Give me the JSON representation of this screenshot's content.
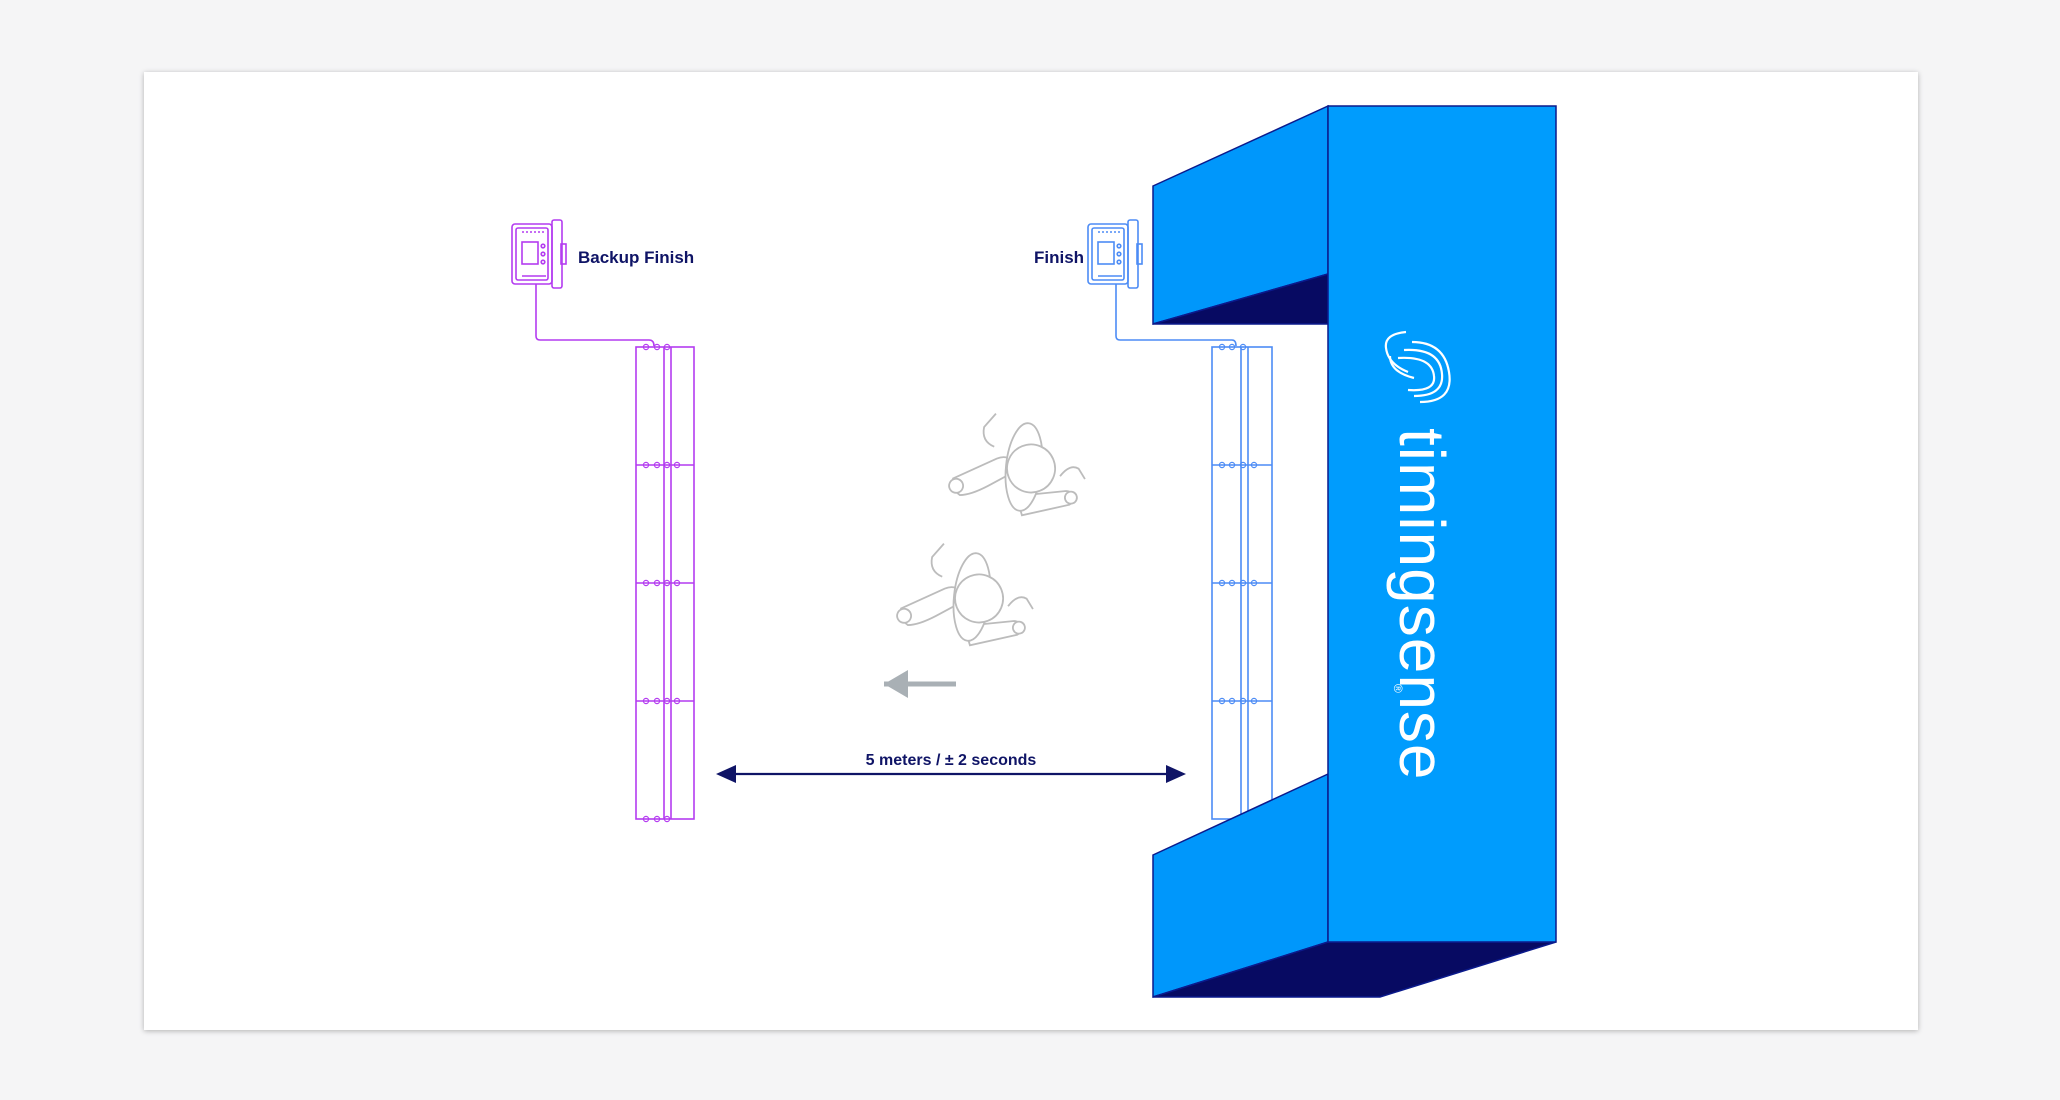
{
  "labels": {
    "backup_finish": "Backup Finish",
    "finish": "Finish",
    "distance": "5 meters / ± 2 seconds"
  },
  "arch": {
    "brand_text": "timingsense",
    "registered": "®"
  },
  "icons": {
    "backup_device": "timing-device-icon",
    "finish_device": "timing-device-icon",
    "brand_logo": "timingsense-logo-icon",
    "runners": "runner-icon",
    "direction": "arrow-left-icon"
  },
  "colors": {
    "background": "#f5f5f6",
    "card": "#ffffff",
    "backup": "#b43cf0",
    "finish_mat": "#4d8cf5",
    "arch_front": "#009cfd",
    "arch_shadow": "#070a62",
    "label": "#0f1466",
    "runner": "#bcbcbc",
    "direction_arrow": "#a9b0b5"
  }
}
